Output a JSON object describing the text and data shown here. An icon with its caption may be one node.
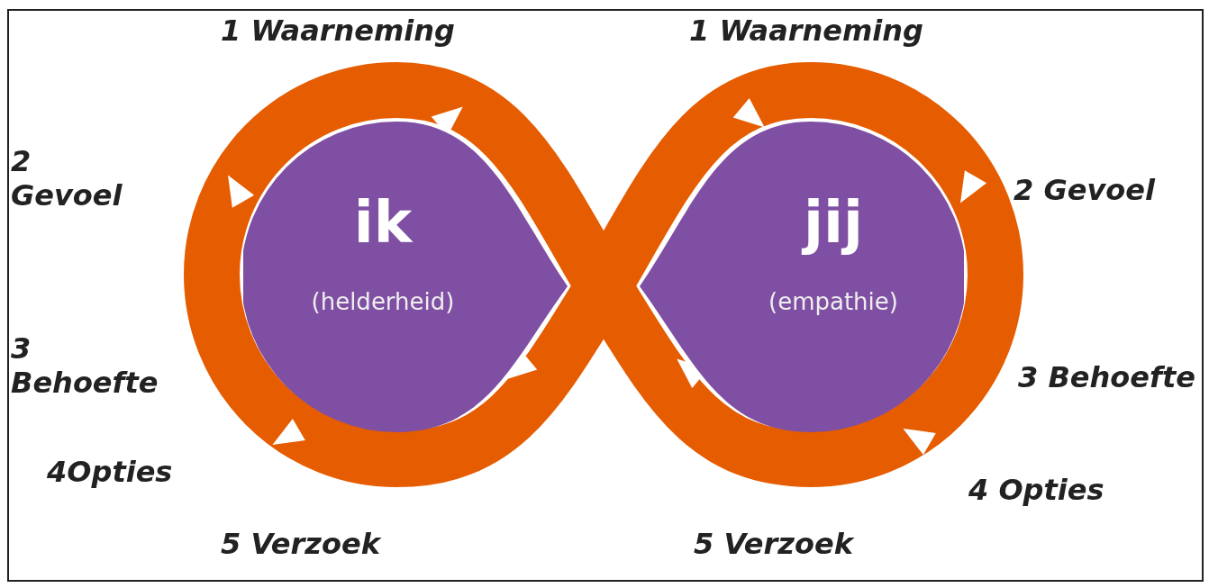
{
  "diagram": {
    "nodes": [
      {
        "text": [
          "ik",
          "(helderheid)"
        ]
      },
      {
        "text": [
          "jij",
          "(empathie)"
        ]
      }
    ],
    "edges": [],
    "labels": [
      "1 Waarneming",
      "1 Waarneming",
      "2 Gevoel",
      "2 Gevoel",
      "3 Behoefte",
      "3 Behoefte",
      "4Opties",
      "4 Opties",
      "5 Verzoek",
      "5 Verzoek"
    ]
  }
}
